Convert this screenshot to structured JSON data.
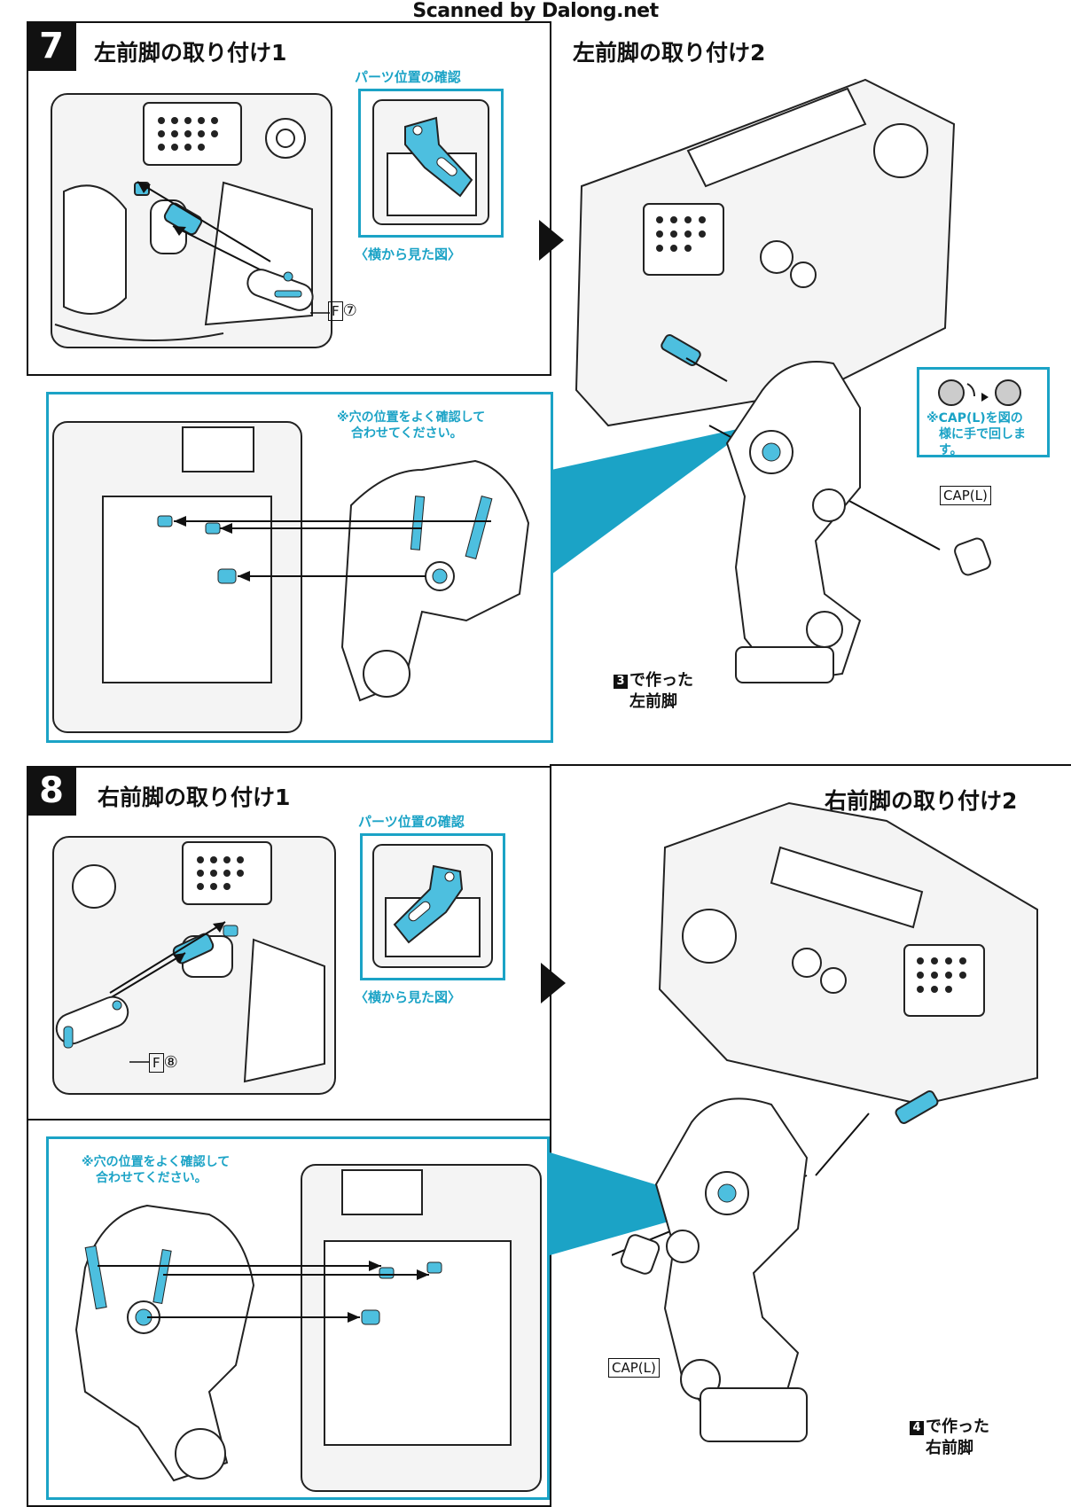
{
  "watermark": "Scanned by Dalong.net",
  "step7": {
    "number": "7",
    "title_1": "左前脚の取り付け1",
    "title_2": "左前脚の取り付け2",
    "parts_check": "パーツ位置の確認",
    "side_view": "〈横から見た図〉",
    "part_letter": "F",
    "part_number": "⑦",
    "hole_note_line1": "※穴の位置をよく確認して",
    "hole_note_line2": "合わせてください。",
    "cap_label": "CAP(L)",
    "cap_note_line1": "※CAP(L)を図の",
    "cap_note_line2": "様に手で回します。",
    "made_in_num": "3",
    "made_in_text": "で作った",
    "made_in_part": "左前脚"
  },
  "step8": {
    "number": "8",
    "title_1": "右前脚の取り付け1",
    "title_2": "右前脚の取り付け2",
    "parts_check": "パーツ位置の確認",
    "side_view": "〈横から見た図〉",
    "part_letter": "F",
    "part_number": "⑧",
    "hole_note_line1": "※穴の位置をよく確認して",
    "hole_note_line2": "合わせてください。",
    "cap_label": "CAP(L)",
    "made_in_num": "4",
    "made_in_text": "で作った",
    "made_in_part": "右前脚"
  },
  "colors": {
    "accent": "#1ba3c6",
    "ink": "#111111"
  }
}
